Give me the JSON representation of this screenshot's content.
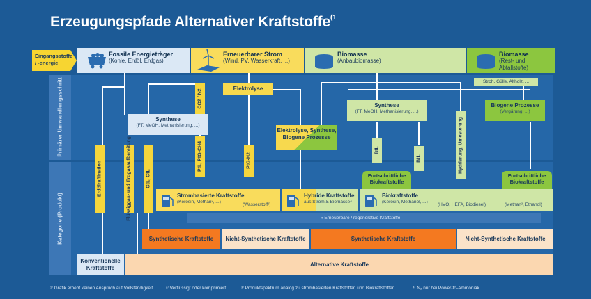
{
  "title": "Erzeugungspfade Alternativer Kraftstoffe",
  "title_sup": "(1",
  "side_labels": {
    "primary": "Primärer Umwandlungsschritt",
    "category": "Kategorie (Produkt)"
  },
  "input_label": "Eingangsstoffe / -energie",
  "sources": {
    "fossil": {
      "title": "Fossile Energieträger",
      "sub": "(Kohle, Erdöl, Erdgas)"
    },
    "strom": {
      "title": "Erneuerbarer Strom",
      "sub": "(Wind, PV, Wasserkraft, ...)"
    },
    "biomasse1": {
      "title": "Biomasse",
      "sub": "(Anbaubiomasse)"
    },
    "biomasse2": {
      "title": "Biomasse",
      "sub": "(Rest- und Abfallstoffe)"
    }
  },
  "process": {
    "elektrolyse": "Elektrolyse",
    "synthese_fossil": {
      "title": "Synthese",
      "sub": "(FT, MeOH, Methanisierung, ...)"
    },
    "elek_syn_bio": "Elektrolyse, Synthese, Biogene Prozesse",
    "synthese_bio": {
      "title": "Synthese",
      "sub": "(FT, MeOH, Methanisierung, ...)"
    },
    "biogene": {
      "title": "Biogene Prozesse",
      "sub": "(Vergärung, ...)"
    },
    "strom_guelle": "Stroh, Gülle, Altholz, ..."
  },
  "vbars": {
    "erdoel": "Erdölraffination",
    "fluessig": "Flüssiggas- und Erdgasaufbereitung",
    "gtl": "GtL, CtL",
    "co2": "CO2 / N2",
    "ptl": "PtL, PtG-CH4",
    "ptgh2": "PtG-H2",
    "btl": "BtL",
    "btl2": "BtL",
    "hydrierung": "Hydrierung, Umesterung"
  },
  "fortschrittliche": "Fortschrittliche Biokraftstoffe",
  "fortschrittliche2": "Fortschrittliche Biokraftstoffe",
  "fuels": {
    "strombasiert": {
      "title": "Strombasierte Kraftstoffe",
      "sub": "(Kerosin, Methan², ...)",
      "extra": "(Wasserstoff³)"
    },
    "hybrid": {
      "title": "Hybride Kraftstoffe",
      "sub": "aus Strom & Biomasse⁴"
    },
    "bio": {
      "title": "Biokraftstoffe",
      "sub": "(Kerosin, Methanol, ...)",
      "extra1": "(HVO, HEFA, Biodiesel)",
      "extra2": "(Methan², Ethanol)"
    }
  },
  "renewable_bar": "» Erneuerbare / regenerative Kraftstoffe",
  "categories": {
    "syn1": "Synthetische Kraftstoffe",
    "nonsyn1": "Nicht-Synthetische Kraftstoffe",
    "syn2": "Synthetische Kraftstoffe",
    "nonsyn2": "Nicht-Synthetische Kraftstoffe",
    "konventionell": "Konventionelle Kraftstoffe",
    "alternativ": "Alternative Kraftstoffe"
  },
  "footnotes": [
    "¹⁾ Grafik erhebt keinen Anspruch auf Vollständigkeit",
    "²⁾ Verflüssigt oder komprimiert",
    "³⁾ Produktspektrum analog zu strombasierten Kraftstoffen und Biokraftstoffen",
    "⁴⁾ N₂ nur bei Power-to-Ammoniak"
  ],
  "colors": {
    "background": "#1c5a96",
    "yellow": "#f7d94e",
    "green": "#8cc63f",
    "orange": "#f47920",
    "peach": "#fbe3c9"
  }
}
